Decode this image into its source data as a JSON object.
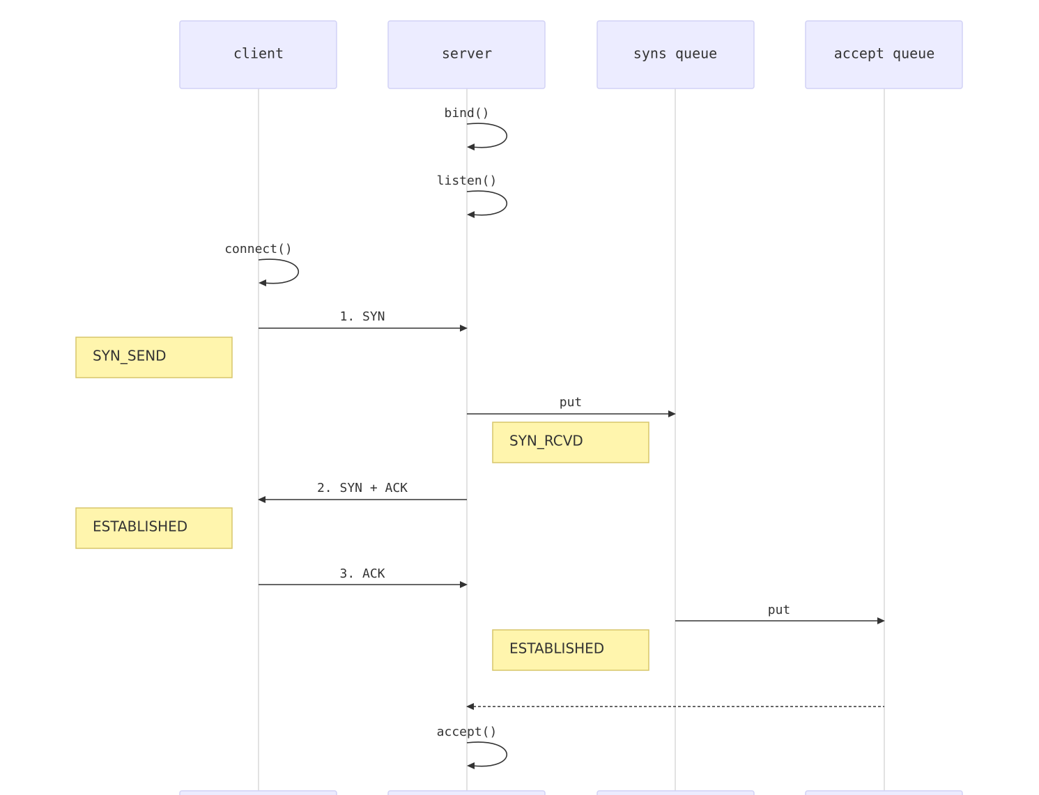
{
  "actors": [
    {
      "id": "client",
      "label": "client"
    },
    {
      "id": "server",
      "label": "server"
    },
    {
      "id": "syns_queue",
      "label": "syns queue"
    },
    {
      "id": "accept_queue",
      "label": "accept queue"
    }
  ],
  "self_calls": [
    {
      "actor": "server",
      "label": "bind()"
    },
    {
      "actor": "server",
      "label": "listen()"
    },
    {
      "actor": "client",
      "label": "connect()"
    },
    {
      "actor": "server",
      "label": "accept()"
    }
  ],
  "messages": [
    {
      "from": "client",
      "to": "server",
      "label": "1. SYN",
      "style": "solid"
    },
    {
      "from": "server",
      "to": "syns_queue",
      "label": "put",
      "style": "solid"
    },
    {
      "from": "server",
      "to": "client",
      "label": "2. SYN + ACK",
      "style": "solid"
    },
    {
      "from": "client",
      "to": "server",
      "label": "3. ACK",
      "style": "solid"
    },
    {
      "from": "syns_queue",
      "to": "accept_queue",
      "label": "put",
      "style": "solid"
    },
    {
      "from": "accept_queue",
      "to": "server",
      "label": "",
      "style": "dotted"
    }
  ],
  "notes": [
    {
      "actor": "client",
      "side": "left",
      "label": "SYN_SEND"
    },
    {
      "actor": "server",
      "side": "right",
      "label": "SYN_RCVD"
    },
    {
      "actor": "client",
      "side": "left",
      "label": "ESTABLISHED"
    },
    {
      "actor": "server",
      "side": "right",
      "label": "ESTABLISHED"
    }
  ],
  "colors": {
    "actor_fill": "#ececff",
    "actor_border": "#d2d2f5",
    "note_fill": "#fff5ad",
    "note_border": "#d7c56a",
    "line": "#333333",
    "lifeline": "#d9d9d9"
  }
}
